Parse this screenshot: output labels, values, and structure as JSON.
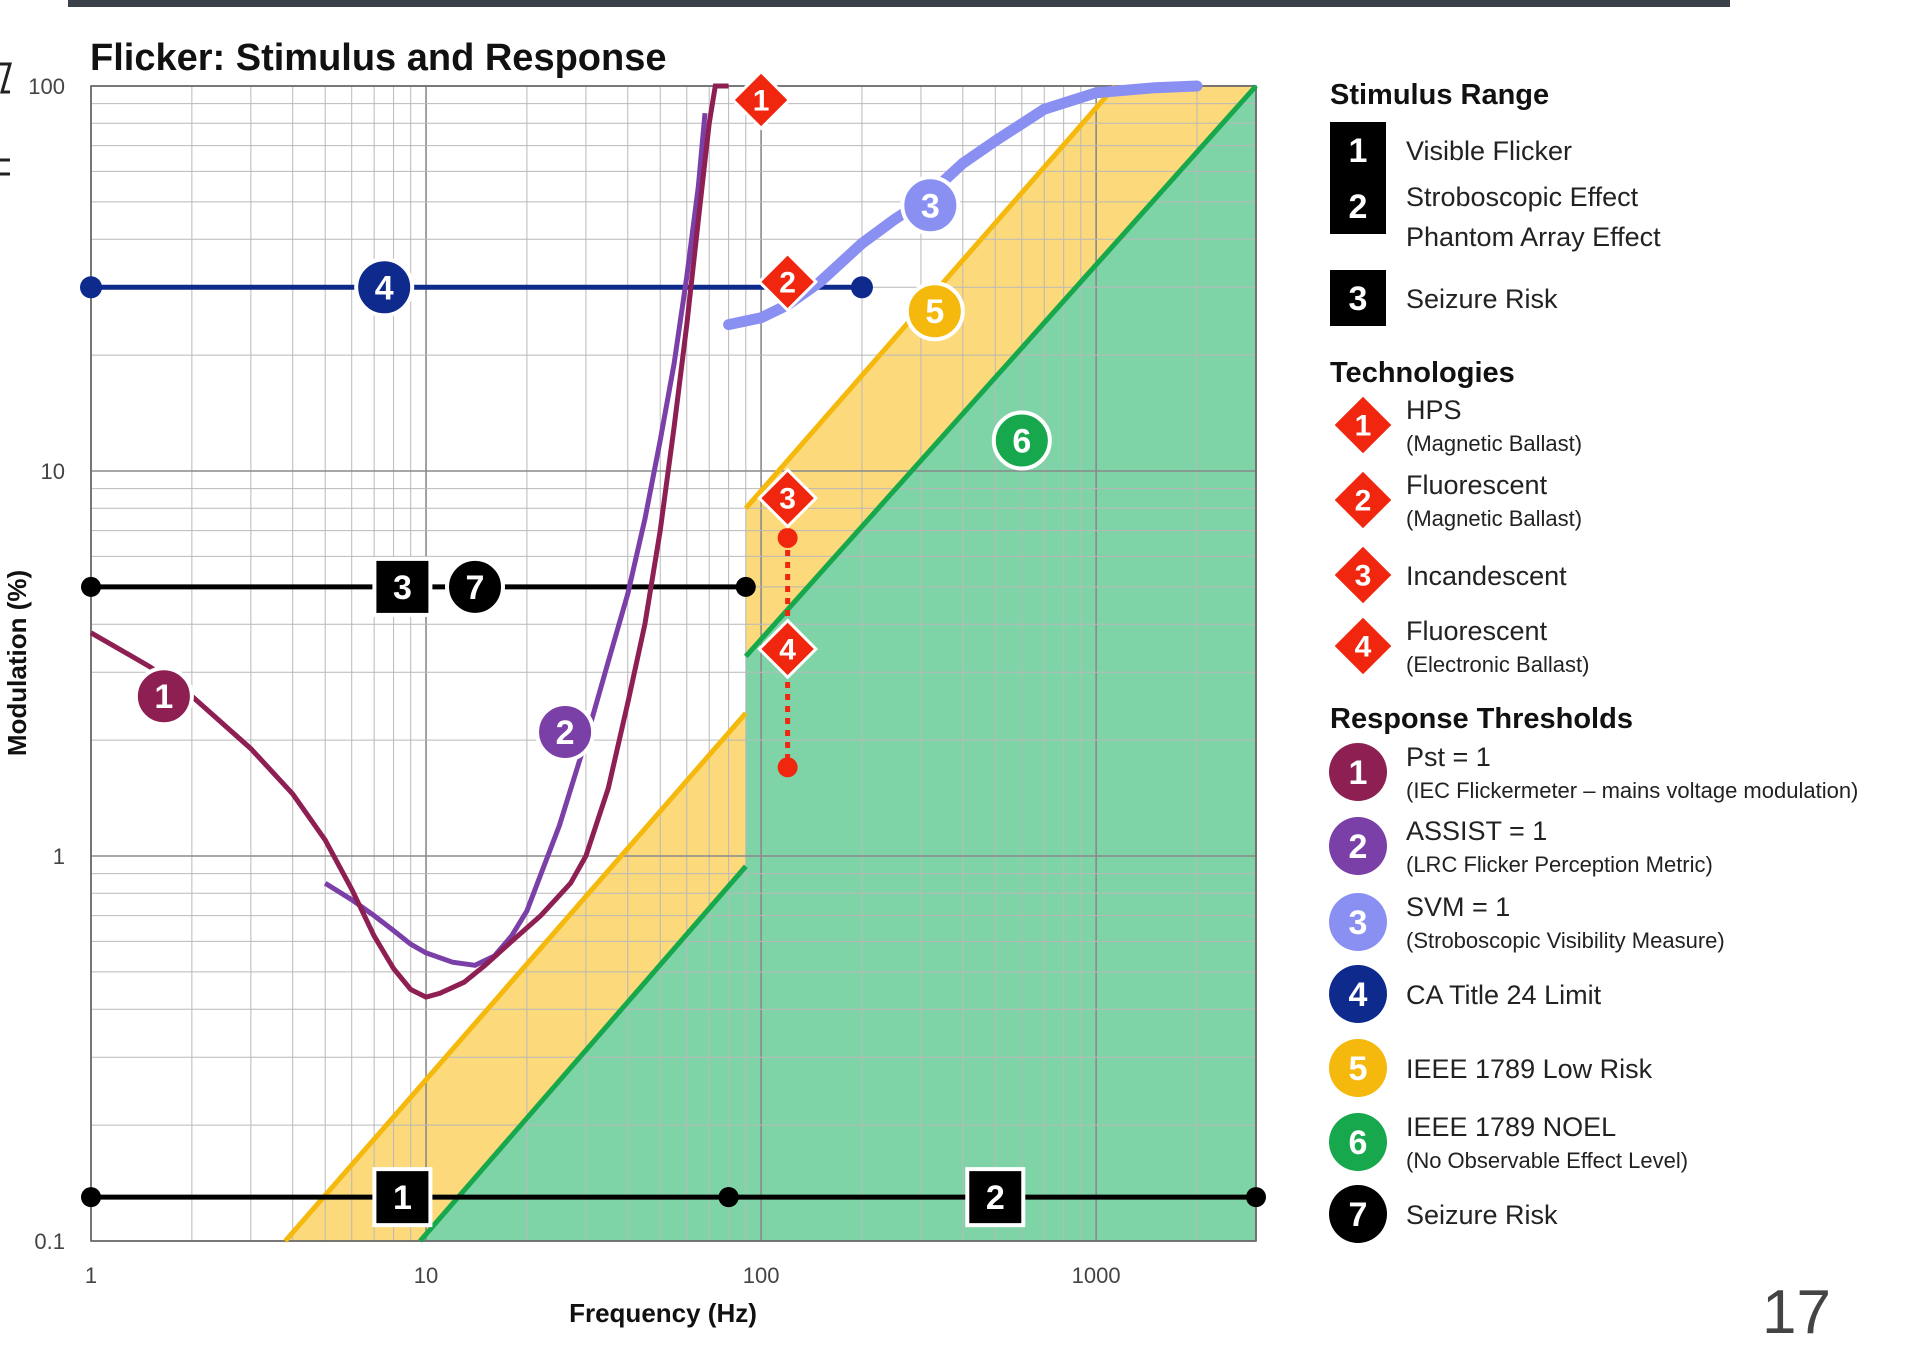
{
  "slide_number": "17",
  "colors": {
    "pst": "#8e1f52",
    "assist": "#7b3fa8",
    "svm": "#8a90f2",
    "ca_title24": "#0d2a8c",
    "ieee_low_risk": "#f5b90e",
    "ieee_noel": "#17a74c",
    "low_risk_fill": "#fcd97a",
    "noel_fill": "#7fd4a7",
    "technology": "#f0260e",
    "stimulus": "#000000"
  },
  "chart_data": {
    "type": "line",
    "title": "Flicker: Stimulus and Response",
    "xlabel": "Frequency (Hz)",
    "ylabel": "Modulation (%)",
    "xscale": "log",
    "yscale": "log",
    "xlim": [
      1,
      3000
    ],
    "ylim": [
      0.1,
      100
    ],
    "x_ticks": [
      {
        "v": 1,
        "label": "1"
      },
      {
        "v": 10,
        "label": "10"
      },
      {
        "v": 100,
        "label": "100"
      },
      {
        "v": 1000,
        "label": "1000"
      }
    ],
    "y_ticks": [
      {
        "v": 0.1,
        "label": "0.1"
      },
      {
        "v": 1,
        "label": "1"
      },
      {
        "v": 10,
        "label": "10"
      },
      {
        "v": 100,
        "label": "100"
      }
    ],
    "grid": true,
    "legend_position": "right",
    "regions": [
      {
        "id": "noel_below_90",
        "color_key": "noel_fill",
        "points": [
          [
            9.6,
            0.1
          ],
          [
            90,
            0.94
          ],
          [
            90,
            0.1
          ]
        ]
      },
      {
        "id": "noel_above_90",
        "color_key": "noel_fill",
        "points": [
          [
            90,
            3.3
          ],
          [
            3000,
            100
          ],
          [
            3000,
            0.1
          ],
          [
            90,
            0.1
          ]
        ]
      },
      {
        "id": "low_risk_below_90",
        "color_key": "low_risk_fill",
        "points": [
          [
            3.8,
            0.1
          ],
          [
            90,
            2.35
          ],
          [
            90,
            0.94
          ],
          [
            9.6,
            0.1
          ]
        ]
      },
      {
        "id": "low_risk_above_90",
        "color_key": "low_risk_fill",
        "points": [
          [
            90,
            8
          ],
          [
            1140,
            100
          ],
          [
            3000,
            100
          ],
          [
            90,
            3.3
          ]
        ]
      }
    ],
    "series": [
      {
        "id": "pst",
        "marker": "1",
        "color_key": "pst",
        "points": [
          [
            1,
            3.8
          ],
          [
            1.5,
            3.1
          ],
          [
            2,
            2.6
          ],
          [
            3,
            1.9
          ],
          [
            4,
            1.45
          ],
          [
            5,
            1.1
          ],
          [
            6,
            0.82
          ],
          [
            7,
            0.62
          ],
          [
            8,
            0.51
          ],
          [
            9,
            0.45
          ],
          [
            10,
            0.43
          ],
          [
            11,
            0.44
          ],
          [
            13,
            0.47
          ],
          [
            15,
            0.52
          ],
          [
            18,
            0.6
          ],
          [
            22,
            0.7
          ],
          [
            27,
            0.85
          ],
          [
            30,
            1.0
          ],
          [
            35,
            1.5
          ],
          [
            40,
            2.5
          ],
          [
            45,
            4
          ],
          [
            50,
            7
          ],
          [
            55,
            13
          ],
          [
            60,
            24
          ],
          [
            65,
            45
          ],
          [
            70,
            80
          ],
          [
            73,
            100
          ],
          [
            80,
            100
          ]
        ],
        "label_at": [
          1.65,
          2.6
        ]
      },
      {
        "id": "assist",
        "marker": "2",
        "color_key": "assist",
        "points": [
          [
            5,
            0.85
          ],
          [
            6,
            0.77
          ],
          [
            7,
            0.7
          ],
          [
            8,
            0.64
          ],
          [
            9,
            0.59
          ],
          [
            10,
            0.56
          ],
          [
            12,
            0.53
          ],
          [
            14,
            0.52
          ],
          [
            16,
            0.55
          ],
          [
            18,
            0.62
          ],
          [
            20,
            0.72
          ],
          [
            25,
            1.2
          ],
          [
            30,
            2.0
          ],
          [
            35,
            3.2
          ],
          [
            40,
            4.8
          ],
          [
            45,
            7.5
          ],
          [
            50,
            12
          ],
          [
            55,
            19
          ],
          [
            60,
            32
          ],
          [
            65,
            55
          ],
          [
            68,
            85
          ]
        ],
        "label_at": [
          26,
          2.1
        ]
      },
      {
        "id": "svm",
        "marker": "3",
        "color_key": "svm",
        "points": [
          [
            80,
            24
          ],
          [
            100,
            25
          ],
          [
            120,
            27
          ],
          [
            150,
            31
          ],
          [
            200,
            39
          ],
          [
            250,
            45
          ],
          [
            300,
            50
          ],
          [
            400,
            63
          ],
          [
            500,
            72
          ],
          [
            700,
            87
          ],
          [
            1000,
            96
          ],
          [
            1500,
            99
          ],
          [
            2000,
            100
          ]
        ],
        "label_at": [
          320,
          49
        ]
      },
      {
        "id": "ca_title24",
        "marker": "4",
        "color_key": "ca_title24",
        "points": [
          [
            1,
            30
          ],
          [
            200,
            30
          ]
        ],
        "endpoints": true,
        "label_at": [
          7.5,
          30
        ]
      },
      {
        "id": "ieee_low_risk",
        "marker": "5",
        "color_key": "ieee_low_risk",
        "points": [
          [
            [
              3.8,
              0.1
            ],
            [
              90,
              2.35
            ]
          ],
          [
            [
              90,
              8
            ],
            [
              1140,
              100
            ]
          ]
        ],
        "label_at": [
          330,
          26
        ]
      },
      {
        "id": "ieee_noel",
        "marker": "6",
        "color_key": "ieee_noel",
        "points": [
          [
            [
              9.6,
              0.1
            ],
            [
              90,
              0.94
            ]
          ],
          [
            [
              90,
              3.3
            ],
            [
              3000,
              100
            ]
          ]
        ],
        "label_at": [
          600,
          12
        ]
      },
      {
        "id": "seizure_risk",
        "marker": "7",
        "color_key": "stimulus",
        "points": [
          [
            1,
            5
          ],
          [
            90,
            5
          ]
        ],
        "endpoints": true,
        "label_at": [
          14,
          5
        ],
        "stim_badge": {
          "label": "3",
          "at": [
            8.5,
            5
          ]
        }
      },
      {
        "id": "visible_flicker",
        "stim_badge": {
          "label": "1",
          "at": [
            8.5,
            0.13
          ]
        },
        "color_key": "stimulus",
        "points": [
          [
            1,
            0.13
          ],
          [
            80,
            0.13
          ]
        ],
        "endpoints": true
      },
      {
        "id": "stroboscopic",
        "stim_badge": {
          "label": "2",
          "at": [
            500,
            0.13
          ]
        },
        "color_key": "stimulus",
        "points": [
          [
            80,
            0.13
          ],
          [
            3000,
            0.13
          ]
        ],
        "endpoints": true
      }
    ],
    "technology_markers": [
      {
        "label": "1",
        "x": 100,
        "y": 92
      },
      {
        "label": "2",
        "x": 120,
        "y": 31
      },
      {
        "label": "3",
        "x": 120,
        "y": 8.5
      },
      {
        "label": "4",
        "x": 120,
        "y": 3.45
      }
    ],
    "incandescent_range": {
      "x": 120,
      "y_top": 6.7,
      "y_bottom": 1.7
    }
  },
  "legend": {
    "stimulus_range": {
      "heading": "Stimulus Range",
      "items": [
        {
          "badge": "1",
          "lines": [
            "Visible Flicker"
          ]
        },
        {
          "badge": "2",
          "lines": [
            "Stroboscopic Effect",
            "Phantom Array Effect"
          ]
        },
        {
          "badge": "3",
          "lines": [
            "Seizure Risk"
          ]
        }
      ]
    },
    "technologies": {
      "heading": "Technologies",
      "items": [
        {
          "badge": "1",
          "main": "HPS",
          "sub": "(Magnetic Ballast)"
        },
        {
          "badge": "2",
          "main": "Fluorescent",
          "sub": "(Magnetic Ballast)"
        },
        {
          "badge": "3",
          "main": "Incandescent",
          "sub": ""
        },
        {
          "badge": "4",
          "main": "Fluorescent",
          "sub": "(Electronic Ballast)"
        }
      ]
    },
    "response_thresholds": {
      "heading": "Response Thresholds",
      "items": [
        {
          "badge": "1",
          "color_key": "pst",
          "main": "Pst = 1",
          "sub": "(IEC Flickermeter – mains voltage modulation)"
        },
        {
          "badge": "2",
          "color_key": "assist",
          "main": "ASSIST = 1",
          "sub": "(LRC Flicker Perception Metric)"
        },
        {
          "badge": "3",
          "color_key": "svm",
          "main": "SVM = 1",
          "sub": "(Stroboscopic Visibility Measure)"
        },
        {
          "badge": "4",
          "color_key": "ca_title24",
          "main": "CA Title 24 Limit",
          "sub": ""
        },
        {
          "badge": "5",
          "color_key": "ieee_low_risk",
          "main": "IEEE 1789 Low Risk",
          "sub": ""
        },
        {
          "badge": "6",
          "color_key": "ieee_noel",
          "main": "IEEE 1789 NOEL",
          "sub": "(No Observable Effect Level)"
        },
        {
          "badge": "7",
          "color_key": "stimulus",
          "main": "Seizure Risk",
          "sub": ""
        }
      ]
    }
  }
}
